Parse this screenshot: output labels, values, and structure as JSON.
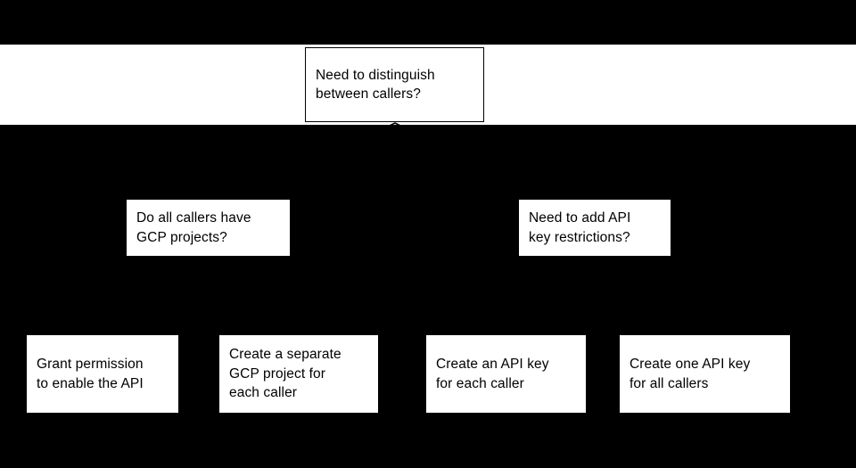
{
  "diagram": {
    "type": "decision-flowchart",
    "background_color": "#000000",
    "node_fill_color": "#ffffff",
    "node_border_color": "#000000",
    "text_color": "#000000",
    "levels": [
      {
        "level": 1,
        "nodes": [
          {
            "id": "root",
            "shape": "rectangle",
            "kind": "decision",
            "label": "Need to distinguish\nbetween callers?",
            "bordered": true
          }
        ]
      },
      {
        "level": 2,
        "nodes": [
          {
            "id": "gcp-projects",
            "shape": "rectangle",
            "kind": "decision",
            "label": "Do all callers have\nGCP projects?",
            "bordered": false
          },
          {
            "id": "api-restrictions",
            "shape": "rectangle",
            "kind": "decision",
            "label": "Need to add API\nkey restrictions?",
            "bordered": false
          }
        ]
      },
      {
        "level": 3,
        "nodes": [
          {
            "id": "grant-permission",
            "shape": "rectangle",
            "kind": "outcome",
            "label": "Grant permission\nto enable the API",
            "bordered": false
          },
          {
            "id": "separate-project",
            "shape": "rectangle",
            "kind": "outcome",
            "label": "Create a separate\nGCP project for\neach caller",
            "bordered": false
          },
          {
            "id": "key-each-caller",
            "shape": "rectangle",
            "kind": "outcome",
            "label": "Create an API key\nfor each caller",
            "bordered": false
          },
          {
            "id": "key-all-callers",
            "shape": "rectangle",
            "kind": "outcome",
            "label": "Create one API key\nfor all callers",
            "bordered": false
          }
        ]
      }
    ],
    "connectors": [
      {
        "id": "root-split",
        "from": "root",
        "shape": "chevron",
        "label": ""
      }
    ]
  }
}
